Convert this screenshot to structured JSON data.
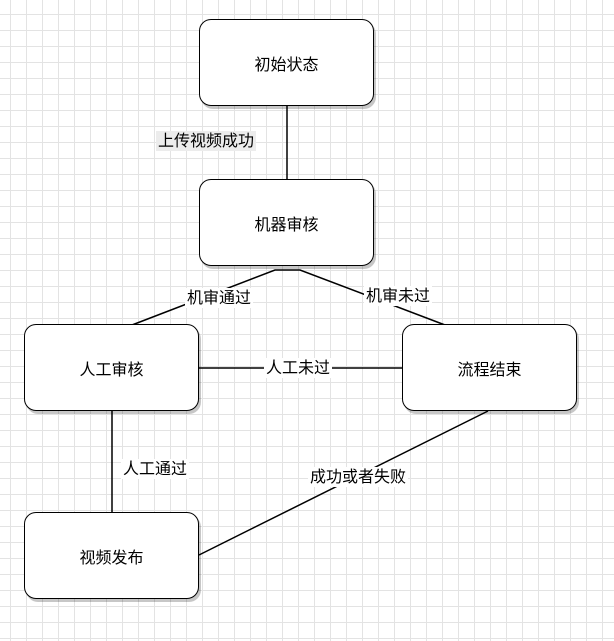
{
  "nodes": {
    "initial": "初始状态",
    "machine_review": "机器审核",
    "manual_review": "人工审核",
    "process_end": "流程结束",
    "video_publish": "视频发布"
  },
  "edges": {
    "upload_success": "上传视频成功",
    "machine_pass": "机审通过",
    "machine_fail": "机审未过",
    "manual_fail": "人工未过",
    "manual_pass": "人工通过",
    "success_or_fail": "成功或者失败"
  },
  "colors": {
    "line": "#000000",
    "node_fill": "#ffffff",
    "grid": "#e3e3e3",
    "label_highlight": "#ececec"
  }
}
